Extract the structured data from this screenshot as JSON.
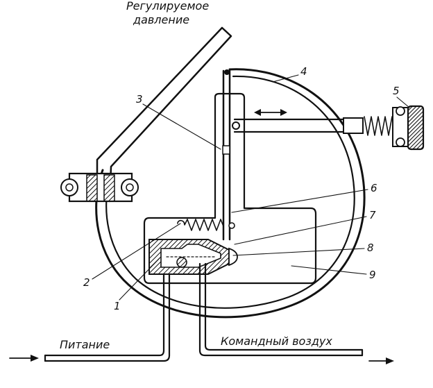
{
  "labels": {
    "regulated_pressure_line1": "Регулируемое",
    "regulated_pressure_line2": "давление",
    "supply": "Питание",
    "command_air": "Командный воздух"
  },
  "callouts": [
    "1",
    "2",
    "3",
    "4",
    "5",
    "6",
    "7",
    "8",
    "9"
  ],
  "colors": {
    "ink": "#111111",
    "paper": "#ffffff"
  },
  "icons": [
    "arrow-right-icon",
    "double-arrow-icon",
    "spring-icon",
    "knurled-knob-icon",
    "screw-hole-icon"
  ]
}
